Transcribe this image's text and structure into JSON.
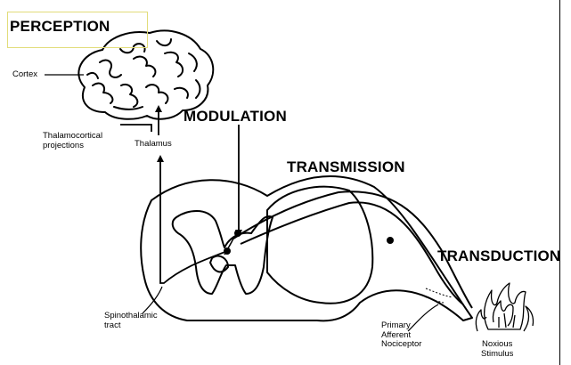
{
  "stages": {
    "perception": "PERCEPTION",
    "modulation": "MODULATION",
    "transmission": "TRANSMISSION",
    "transduction": "TRANSDUCTION"
  },
  "anatomy": {
    "cortex": "Cortex",
    "thalamocortical_line1": "Thalamocortical",
    "thalamocortical_line2": "projections",
    "thalamus": "Thalamus",
    "spinothalamic_line1": "Spinothalamic",
    "spinothalamic_line2": "tract",
    "primary_line1": "Primary",
    "primary_line2": "Afferent",
    "primary_line3": "Nociceptor",
    "noxious_line1": "Noxious",
    "noxious_line2": "Stimulus"
  },
  "colors": {
    "highlight_box": "#e2dc7a",
    "ink": "#000000"
  }
}
